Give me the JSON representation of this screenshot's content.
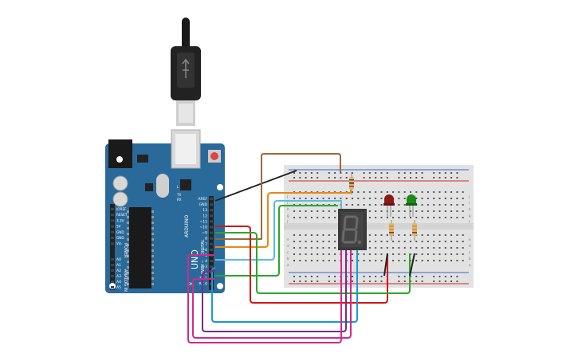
{
  "board": {
    "brand": "ARDUINO",
    "model": "UNO",
    "digital_label": "DIGITAL",
    "pwm_label": "PWM ~",
    "power_label": "POWER",
    "analog_label": "ANALOG IN",
    "top_pins": [
      "AREF",
      "GND",
      "13",
      "12",
      "~11",
      "~10",
      "~9",
      "8",
      "7",
      "~6",
      "~5",
      "4",
      "~3",
      "2",
      "TX 1",
      "RX 0"
    ],
    "power_pins": [
      "IOREF",
      "RESET",
      "3.3V",
      "5V",
      "GND",
      "GND",
      "Vin"
    ],
    "analog_pins": [
      "A0",
      "A1",
      "A2",
      "A3",
      "A4",
      "A5"
    ],
    "led_labels": [
      "L",
      "TX",
      "RX",
      "ON"
    ]
  },
  "breadboard": {
    "row_letters": [
      "a",
      "b",
      "c",
      "d",
      "e",
      "f",
      "g",
      "h",
      "i",
      "j"
    ]
  },
  "display": {
    "shown": "8."
  },
  "colors": {
    "board": "#2a6a9a",
    "breadboard": "#e2e2e2",
    "wire_brown": "#9b6a3a",
    "wire_orange": "#e58a16",
    "wire_lightblue": "#5bbde0",
    "wire_green": "#2aa82a",
    "wire_red": "#d01818",
    "wire_blue": "#1a9ad0",
    "wire_purple": "#7a2a8a",
    "wire_magenta": "#d02a8a",
    "wire_black": "#222222",
    "led_red": "#8a1a1a",
    "led_green": "#1a8a1a"
  }
}
